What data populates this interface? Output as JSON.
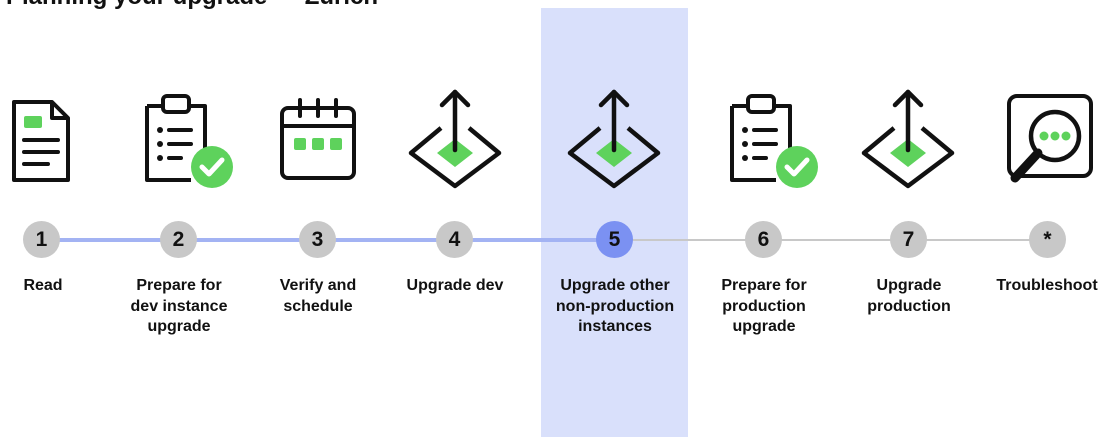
{
  "title": "Planning your upgrade — Zurich",
  "colors": {
    "completed_line": "#a3b3f3",
    "pending_line": "#c8c8c8",
    "circle_default": "#c8c8c8",
    "circle_current": "#7b91f2",
    "highlight": "#d9e0fb",
    "icon_green": "#5ed25c",
    "icon_stroke": "#111111"
  },
  "current_step": 5,
  "steps": [
    {
      "number": "1",
      "label": [
        "Read"
      ],
      "icon": "document-icon"
    },
    {
      "number": "2",
      "label": [
        "Prepare for",
        "dev instance",
        "upgrade"
      ],
      "icon": "clipboard-check-icon"
    },
    {
      "number": "3",
      "label": [
        "Verify and",
        "schedule"
      ],
      "icon": "calendar-icon"
    },
    {
      "number": "4",
      "label": [
        "Upgrade dev"
      ],
      "icon": "upgrade-arrow-icon"
    },
    {
      "number": "5",
      "label": [
        "Upgrade other",
        "non-production",
        "instances"
      ],
      "icon": "upgrade-arrow-icon"
    },
    {
      "number": "6",
      "label": [
        "Prepare for",
        "production",
        "upgrade"
      ],
      "icon": "clipboard-check-icon"
    },
    {
      "number": "7",
      "label": [
        "Upgrade",
        "production"
      ],
      "icon": "upgrade-arrow-icon"
    },
    {
      "number": "*",
      "label": [
        "Troubleshoot"
      ],
      "icon": "magnifier-icon"
    }
  ]
}
